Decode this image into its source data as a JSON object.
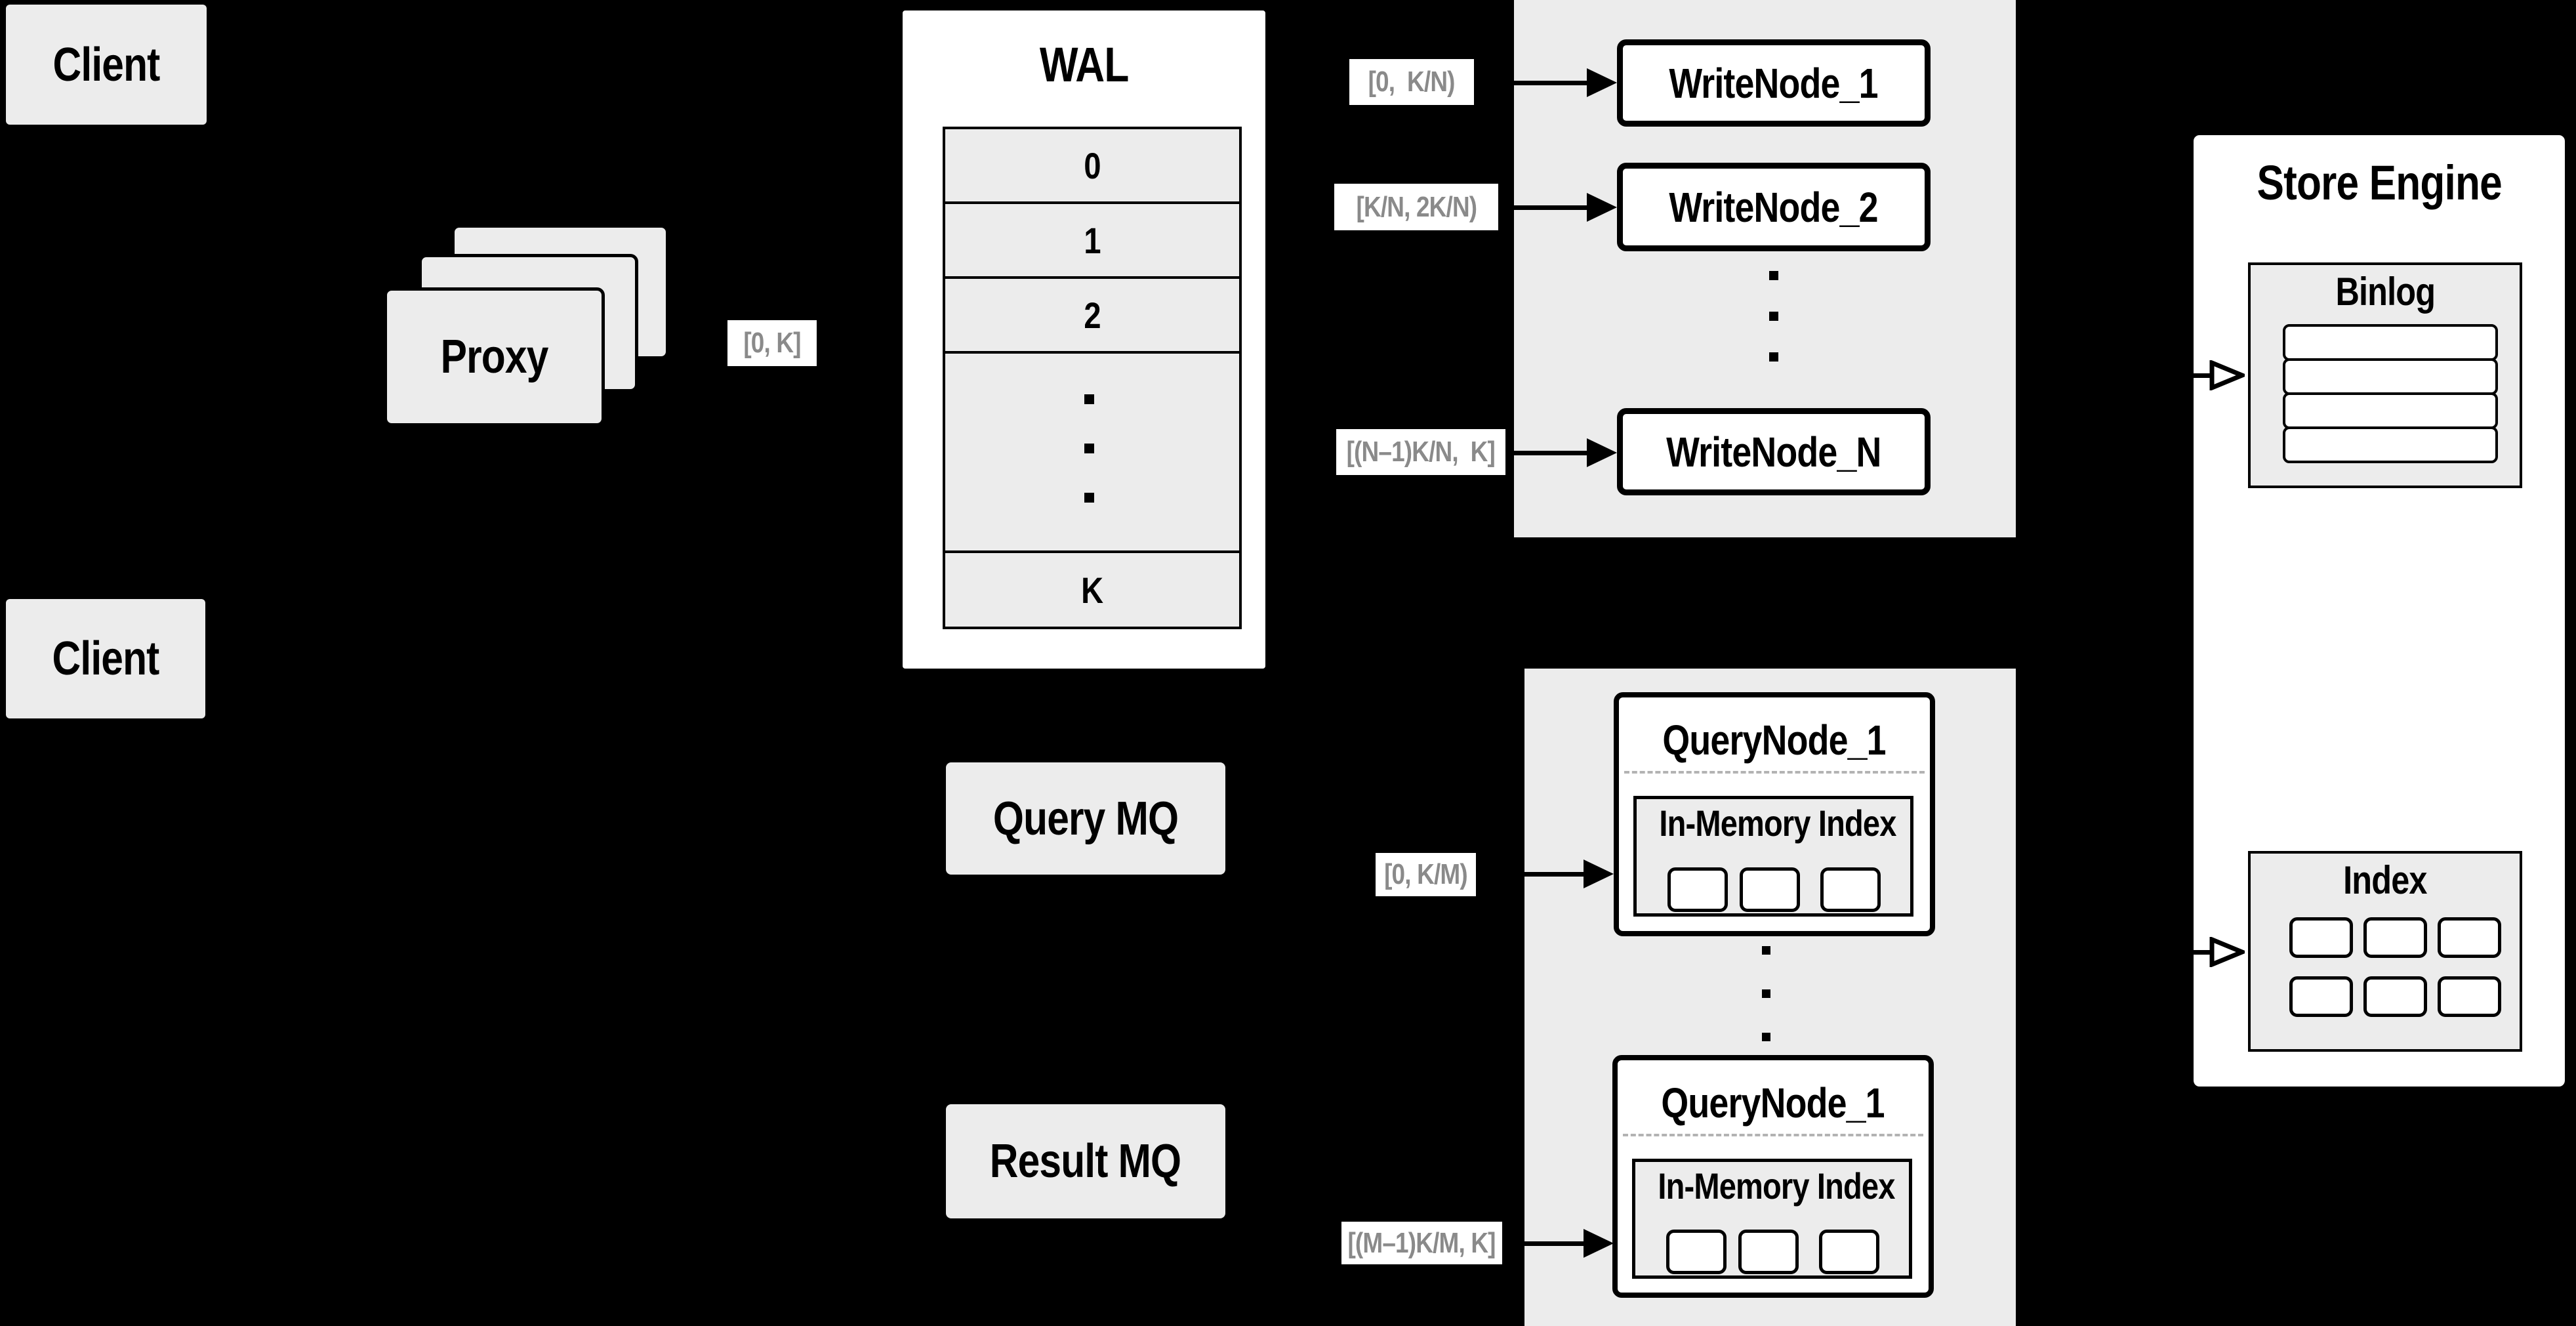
{
  "colors": {
    "background": "#000000",
    "box_fill": "#ececec",
    "node_fill": "#ffffff",
    "border": "#000000",
    "range_label_text": "#8a8a8a",
    "dashed_divider": "#b3b3b3"
  },
  "client_top": {
    "label": "Client"
  },
  "client_bottom": {
    "label": "Client"
  },
  "proxy": {
    "label": "Proxy",
    "range_out": "[0, K]"
  },
  "wal": {
    "title": "WAL",
    "segments": [
      "0",
      "1",
      "2"
    ],
    "segment_last": "K"
  },
  "write_cluster": {
    "ranges": [
      "[0,  K/N)",
      "[K/N, 2K/N)",
      "[(N–1)K/N,  K]"
    ],
    "nodes": [
      "WriteNode_1",
      "WriteNode_2",
      "WriteNode_N"
    ]
  },
  "mq": {
    "query": "Query MQ",
    "result": "Result MQ"
  },
  "query_cluster": {
    "ranges": [
      "[0, K/M)",
      "[(M–1)K/M, K]"
    ],
    "nodes": [
      {
        "title": "QueryNode_1",
        "inner": "In-Memory Index"
      },
      {
        "title": "QueryNode_1",
        "inner": "In-Memory Index"
      }
    ]
  },
  "store_engine": {
    "title": "Store Engine",
    "binlog": "Binlog",
    "index": "Index"
  }
}
